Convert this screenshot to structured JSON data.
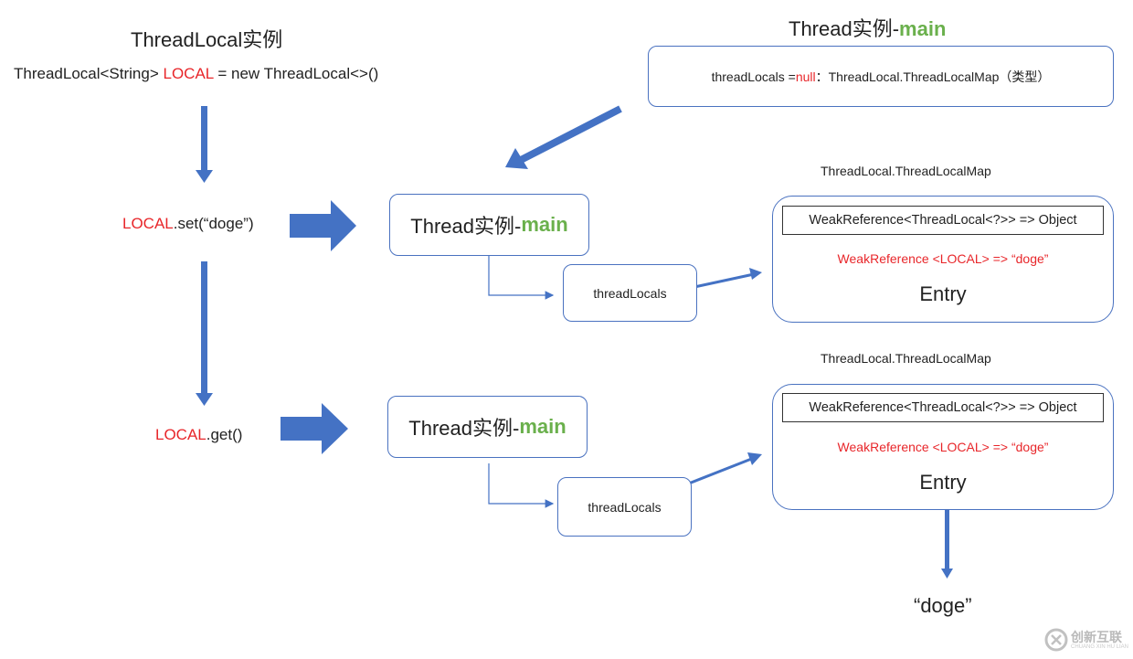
{
  "left": {
    "title": "ThreadLocal实例",
    "decl_prefix": "ThreadLocal<String> ",
    "decl_var": "LOCAL",
    "decl_suffix": " = new ThreadLocal<>()",
    "set_var": "LOCAL",
    "set_suffix": ".set(“doge”)",
    "get_var": "LOCAL",
    "get_suffix": ".get()"
  },
  "top_right": {
    "title_prefix": "Thread实例-",
    "title_main": "main",
    "field_prefix": "threadLocals = ",
    "field_null": "null",
    "field_suffix": "：ThreadLocal.ThreadLocalMap（类型）"
  },
  "set_flow": {
    "thread_prefix": "Thread实例-",
    "thread_main": "main",
    "thread_locals": "threadLocals",
    "map_label": "ThreadLocal.ThreadLocalMap",
    "row_generic": "WeakReference<ThreadLocal<?>> => Object",
    "row_local": "WeakReference <LOCAL> => “doge”",
    "entry": "Entry"
  },
  "get_flow": {
    "thread_prefix": "Thread实例-",
    "thread_main": "main",
    "thread_locals": "threadLocals",
    "map_label": "ThreadLocal.ThreadLocalMap",
    "row_generic": "WeakReference<ThreadLocal<?>> => Object",
    "row_local": "WeakReference <LOCAL> => “doge”",
    "entry": "Entry",
    "result": "“doge”"
  },
  "watermark": {
    "text": "创新互联",
    "sub": "CHUANG XIN HU LIAN"
  },
  "colors": {
    "arrow": "#4472c4",
    "red": "#e8262a",
    "green": "#6ab04c",
    "border": "#4a72c0"
  }
}
